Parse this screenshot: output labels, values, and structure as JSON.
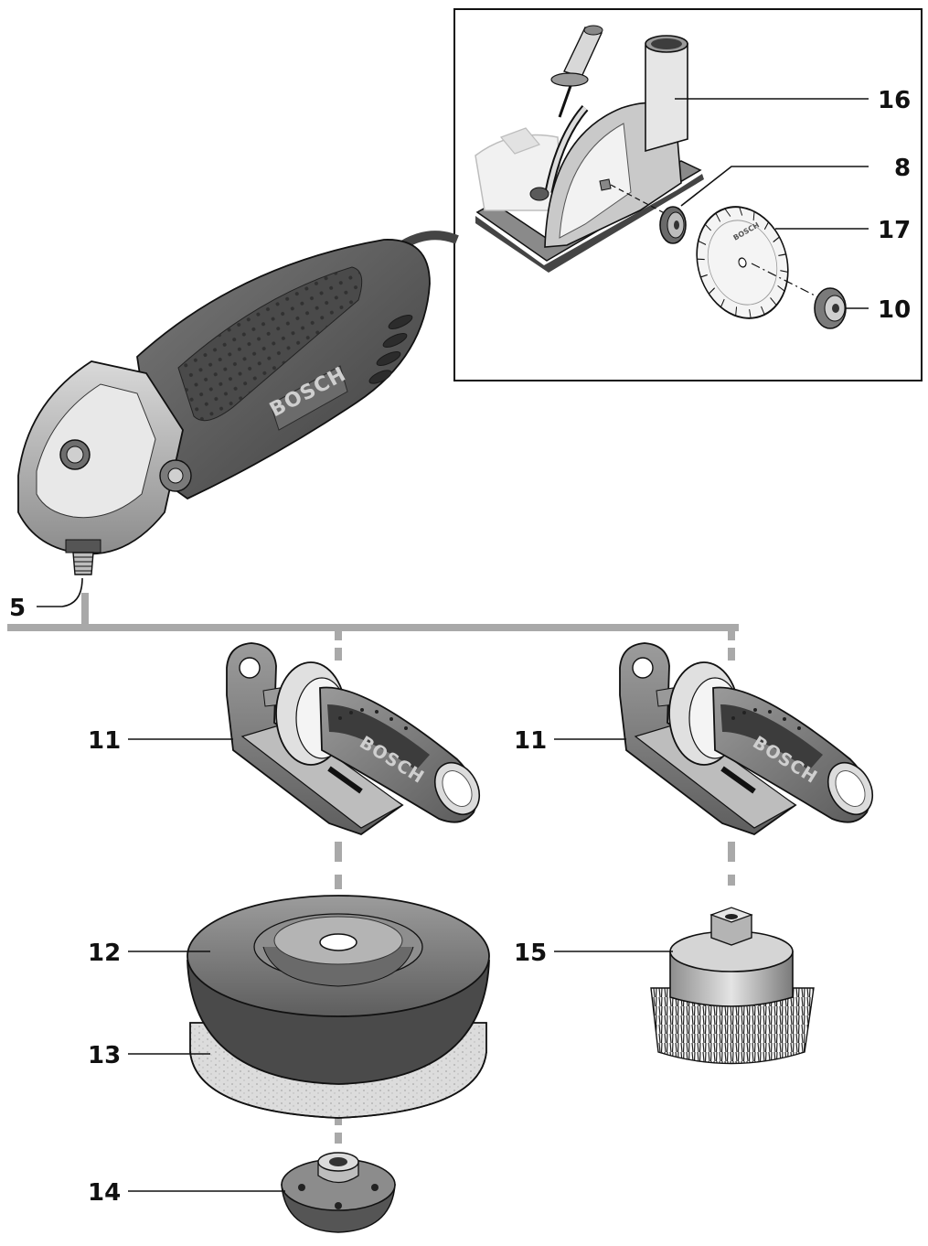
{
  "figure": {
    "brand_on_tool": "BOSCH",
    "brand_on_handle_left": "BOSCH",
    "brand_on_handle_right": "BOSCH",
    "brand_on_blade": "BOSCH",
    "callouts": {
      "c5": "5",
      "c8": "8",
      "c10": "10",
      "c11a": "11",
      "c11b": "11",
      "c12": "12",
      "c13": "13",
      "c14": "14",
      "c15": "15",
      "c16": "16",
      "c17": "17"
    }
  },
  "colors": {
    "line": "#111111",
    "connector": "#a9a9a9",
    "tool_dark": "#5a5a5a",
    "tool_mid": "#8a8a8a",
    "tool_light": "#c8c8c8"
  }
}
